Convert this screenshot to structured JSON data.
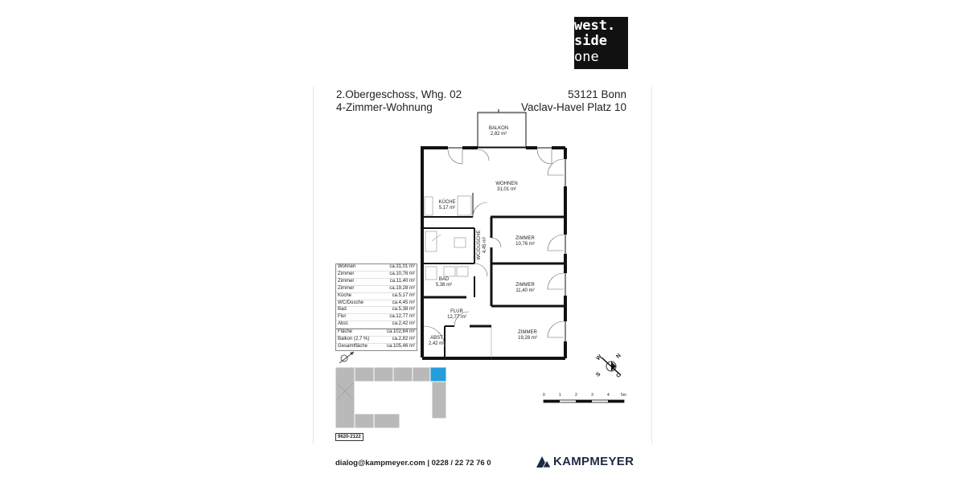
{
  "logo": {
    "line1": "west.",
    "line2": "side",
    "line3": "one"
  },
  "header": {
    "floor": "2.Obergeschoss, Whg. 02",
    "type": "4-Zimmer-Wohnung",
    "city": "53121 Bonn",
    "street": "Vaclav-Havel Platz 10"
  },
  "rooms": {
    "balkon": {
      "name": "BALKON",
      "area": "2,82 m²"
    },
    "wohnen": {
      "name": "WOHNEN",
      "area": "31,01 m²"
    },
    "kueche": {
      "name": "KÜCHE",
      "area": "5,17 m²"
    },
    "wc": {
      "name": "WC/DUSCHE",
      "area": "4,45 m²"
    },
    "zimmer1": {
      "name": "ZIMMER",
      "area": "10,76 m²"
    },
    "bad": {
      "name": "BAD",
      "area": "5,38 m²"
    },
    "zimmer2": {
      "name": "ZIMMER",
      "area": "11,40 m²"
    },
    "flur": {
      "name": "FLUR",
      "area": "12,77 m²"
    },
    "abst": {
      "name": "ABST",
      "area": "2,42 m²"
    },
    "zimmer3": {
      "name": "ZIMMER",
      "area": "19,28 m²"
    }
  },
  "legend": [
    {
      "label": "Wohnen",
      "value": "ca.31,01 m²"
    },
    {
      "label": "Zimmer",
      "value": "ca.10,76 m²"
    },
    {
      "label": "Zimmer",
      "value": "ca.11,40 m²"
    },
    {
      "label": "Zimmer",
      "value": "ca.19,28 m²"
    },
    {
      "label": "Küche",
      "value": "ca.5,17 m²"
    },
    {
      "label": "WC/Dusche",
      "value": "ca.4,45 m²"
    },
    {
      "label": "Bad",
      "value": "ca.5,38 m²"
    },
    {
      "label": "Flur",
      "value": "ca.12,77 m²"
    },
    {
      "label": "Abst.",
      "value": "ca.2,42 m²"
    },
    {
      "label": "Fläche",
      "value": "ca.102,64 m²"
    },
    {
      "label": "Balkon (2,7 %)",
      "value": "ca.2,82 m²"
    },
    {
      "label": "Gesamtfläche",
      "value": "ca.105,46 m²"
    }
  ],
  "compass": {
    "w": "W",
    "n": "N",
    "s": "S",
    "o": "O"
  },
  "scale": {
    "ticks": [
      "0",
      "1",
      "2",
      "3",
      "4",
      "5m"
    ]
  },
  "ref_code": "9620-2122",
  "footer": {
    "contact": "dialog@kampmeyer.com  |  0228 / 22 72 76  0",
    "brand": "KAMPMEYER"
  },
  "colors": {
    "wall": "#111111",
    "highlight": "#1e9fe0",
    "keymap": "#b9b9b9",
    "brand": "#1d2a44"
  }
}
